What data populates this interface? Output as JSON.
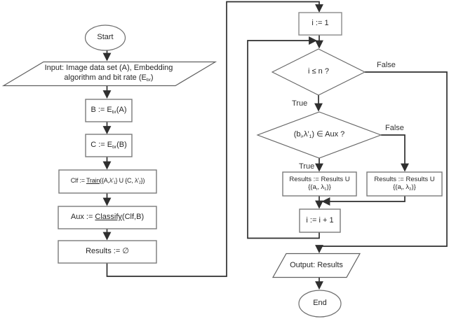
{
  "diagram": {
    "type": "flowchart",
    "background_color": "#ffffff",
    "flow_line_color": "#2f2f2f",
    "shape_border_color": "#7a7a7a",
    "text_color": "#262626"
  },
  "nodes": {
    "start": {
      "label": "Start"
    },
    "input": {
      "line1": "Input: Image data set (A), Embedding",
      "line2_pre": "algorithm and bit rate (E",
      "line2_sub": "br",
      "line2_post": ")"
    },
    "embed_b": {
      "pre": "B := E",
      "sub": "br",
      "post": "(A)"
    },
    "embed_c": {
      "pre": "C := E",
      "sub": "br",
      "post": "(B)"
    },
    "clf": {
      "p0": "Clf := ",
      "underlined": "Train",
      "p1": "({A,λ′",
      "s1": "1",
      "p2": "} U {C, λ′",
      "s2": "2",
      "p3": "})"
    },
    "aux": {
      "p0": "Aux := ",
      "underlined": "Classify",
      "p1": "(Clf,B)"
    },
    "results_init": {
      "label": "Results := ∅"
    },
    "i_init": {
      "label": "i := 1"
    },
    "cond_loop": {
      "label": "i ≤ n ?"
    },
    "cond_aux": {
      "p0": "(b",
      "s0": "i",
      "p1": ",λ′",
      "s1": "1",
      "p2": ") ∈ Aux ?"
    },
    "res_lambda1": {
      "line1": "Results := Results U",
      "p0": "{(a",
      "s0": "i",
      "p1": ", λ",
      "s1": "1",
      "p2": ")}"
    },
    "res_lambda2": {
      "line1": "Results := Results U",
      "p0": "{(a",
      "s0": "i",
      "p1": ", λ",
      "s1": "2",
      "p2": ")}"
    },
    "i_incr": {
      "label": "i := i + 1"
    },
    "output": {
      "label": "Output: Results"
    },
    "end": {
      "label": "End"
    }
  },
  "edge_labels": {
    "cond_loop_false": "False",
    "cond_loop_true": "True",
    "cond_aux_false": "False",
    "cond_aux_true": "True"
  }
}
